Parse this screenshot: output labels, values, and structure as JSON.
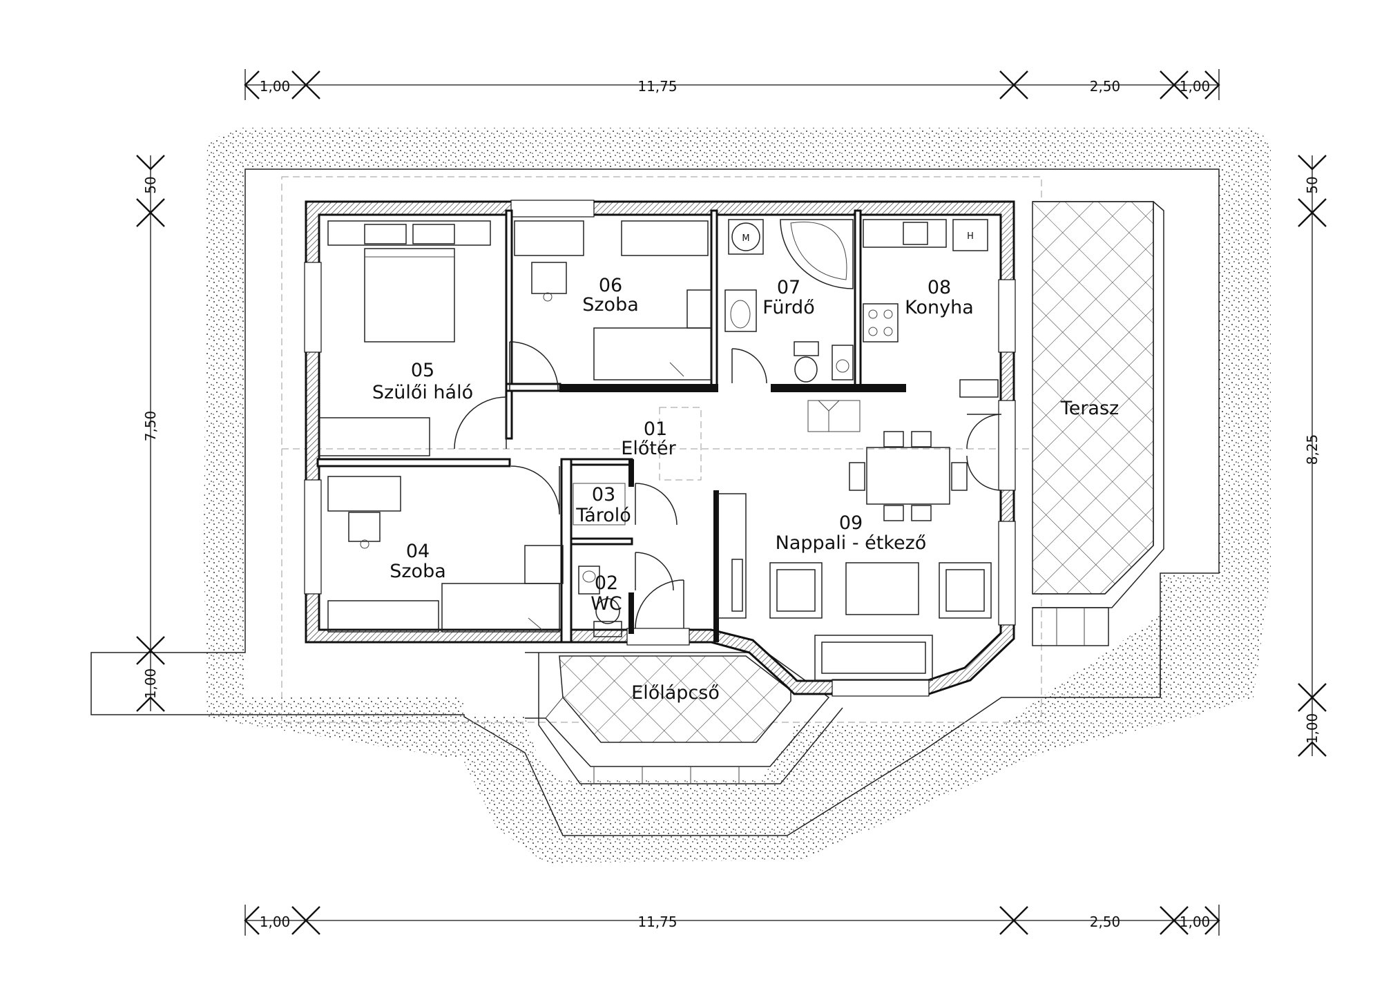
{
  "rooms": [
    {
      "number": "01",
      "name": "Előtér"
    },
    {
      "number": "02",
      "name": "WC"
    },
    {
      "number": "03",
      "name": "Tároló"
    },
    {
      "number": "04",
      "name": "Szoba"
    },
    {
      "number": "05",
      "name": "Szülői háló"
    },
    {
      "number": "06",
      "name": "Szoba"
    },
    {
      "number": "07",
      "name": "Fürdő"
    },
    {
      "number": "08",
      "name": "Konyha"
    },
    {
      "number": "09",
      "name": "Nappali - étkező"
    }
  ],
  "outdoor": {
    "terrace": "Terasz",
    "front_steps": "Előlápcső"
  },
  "fixture_marks": {
    "washing_machine": "M",
    "fridge": "H"
  },
  "dimensions": {
    "top": [
      "1,00",
      "11,75",
      "2,50",
      "1,00"
    ],
    "bottom": [
      "1,00",
      "11,75",
      "2,50",
      "1,00"
    ],
    "left": [
      "50",
      "7,50",
      "1,00"
    ],
    "right": [
      "50",
      "8,25",
      "1,00"
    ]
  }
}
